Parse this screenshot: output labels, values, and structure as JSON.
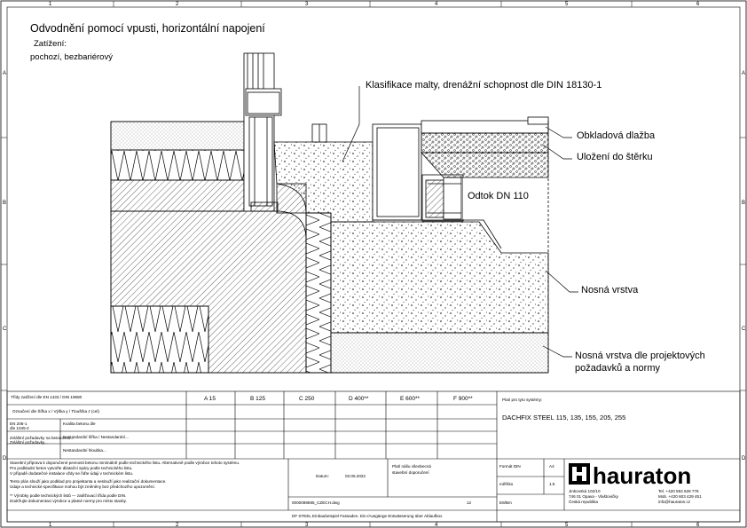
{
  "drawing": {
    "title": "Odvodnění pomocí vpusti, horizontální napojení",
    "load_label": "Zatížení:",
    "load_value": "pochozí, bezbariérový"
  },
  "callouts": [
    {
      "text": "Klasifikace malty, drenážní schopnost dle DIN 18130-1"
    },
    {
      "text": "Obkladová dlažba"
    },
    {
      "text": "Uložení do štěrku"
    },
    {
      "text": "Odtok DN 110"
    },
    {
      "text": "Nosná vrstva"
    },
    {
      "text": "Nosná vrstva dle projektových"
    },
    {
      "text": "požadavků a normy"
    }
  ],
  "grid": {
    "columns": [
      "1",
      "2",
      "3",
      "4",
      "5",
      "6"
    ],
    "rows": [
      "A",
      "B",
      "C",
      "D"
    ]
  },
  "title_block": {
    "load_classes_label": "Třídy zatížení dle EN 1433 / DIN 19580",
    "load_classes": [
      "A 15",
      "B 125",
      "C 250",
      "D 400**",
      "E 600**",
      "F 900**"
    ],
    "dimensions_label": "Označení dle   Šířka x / Výška y / Tloušťka z (cel)",
    "norm_label_1": "EN 206-1",
    "norm_label_2": "dle 1045-2",
    "note_concrete": "Kvalita betonu dle",
    "note_req_1": "Zvláštní požadavky na betonovou...",
    "note_req_2": "Zvláštní požadavky...",
    "req_1": "Nestandardní šířka / Nestandardní...",
    "req_2": "Nestandardní hloubka...",
    "footnote_1": "Stavební příprava k doporučené pevnosti betonu minimálně podle technického listu. Alternativně podle výrobce tohoto systému.",
    "footnote_2": "Pro podkladní beton vytvořte dilatační spáry podle technického listu.",
    "footnote_3": "V případě dodatečné instalace vždy se řiďte údaji v technickém listu.",
    "footnote_4": "Tento plán slouží jako podklad pro projektanta a neslouží jako realizační dokumentace.",
    "footnote_5": "Údaje a technické specifikace mohou být změněny bez předchozího upozornění.",
    "footnote_6": "** Výrobky podle technických listů — zatěžovací třída podle DIN.",
    "footnote_7": "Dodržujte dokumentaci výrobce a platné normy pro místo stavby.",
    "suitable_for_label": "Platí pro tyto systémy:",
    "systems": "DACHFIX STEEL 115, 135, 155, 205, 255",
    "date_label": "Datum:",
    "date_value": "03.05.2022",
    "recommendation_1": "Platí nášu všeobecná",
    "recommendation_2": "stavební doporučení",
    "format_label": "Formát DIN",
    "format_value": "A4",
    "scale_label": "měřítko",
    "scale_value": "1:5",
    "drawing_no": "0000098595_CZECH.dwg",
    "sheet_no": "12",
    "edition": "E8/Bm",
    "footer": "DF STEEL Einbaubeispiel Fassaden. Ein-/Ausgänge Entwässerung über Ablaufbox",
    "company": "hauraton",
    "address_1": "Jinkovská 102/10",
    "address_2": "746 01 Opava - Vlaštovičky",
    "address_3": "Česká republika",
    "phone": "Tel. +420 553 628 776",
    "mobile": "Mob. +420 603 429 451",
    "email": "info@hauraton.cz"
  }
}
